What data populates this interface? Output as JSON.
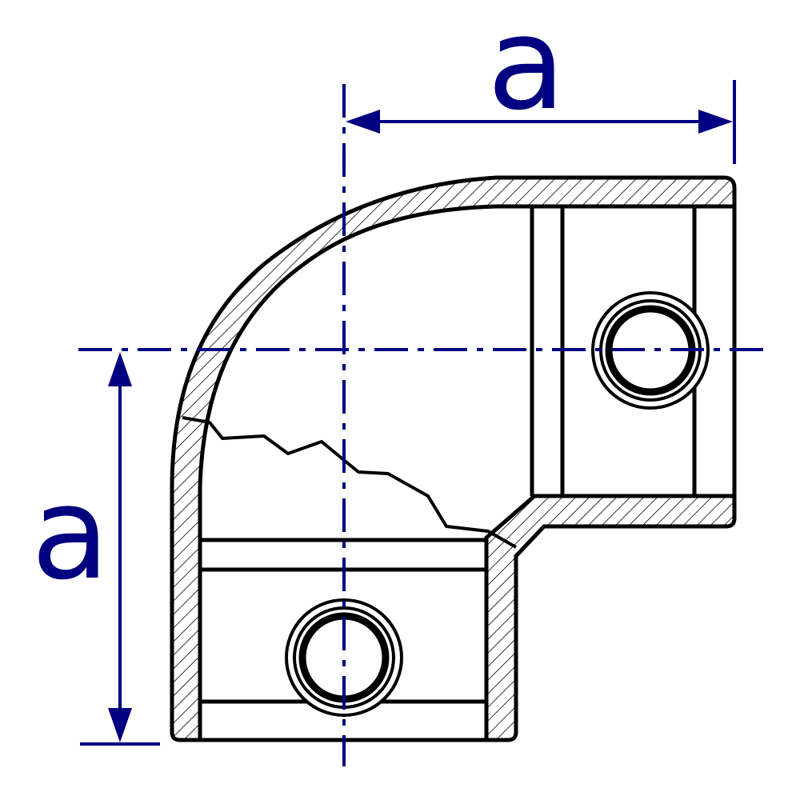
{
  "drawing": {
    "dimension_top_label": "a",
    "dimension_left_label": "a"
  },
  "colors": {
    "outline": "#000000",
    "dimension": "#000080",
    "background": "#ffffff"
  },
  "icons": {
    "top_arrow": "double-headed-arrow",
    "left_arrow": "double-headed-arrow"
  }
}
